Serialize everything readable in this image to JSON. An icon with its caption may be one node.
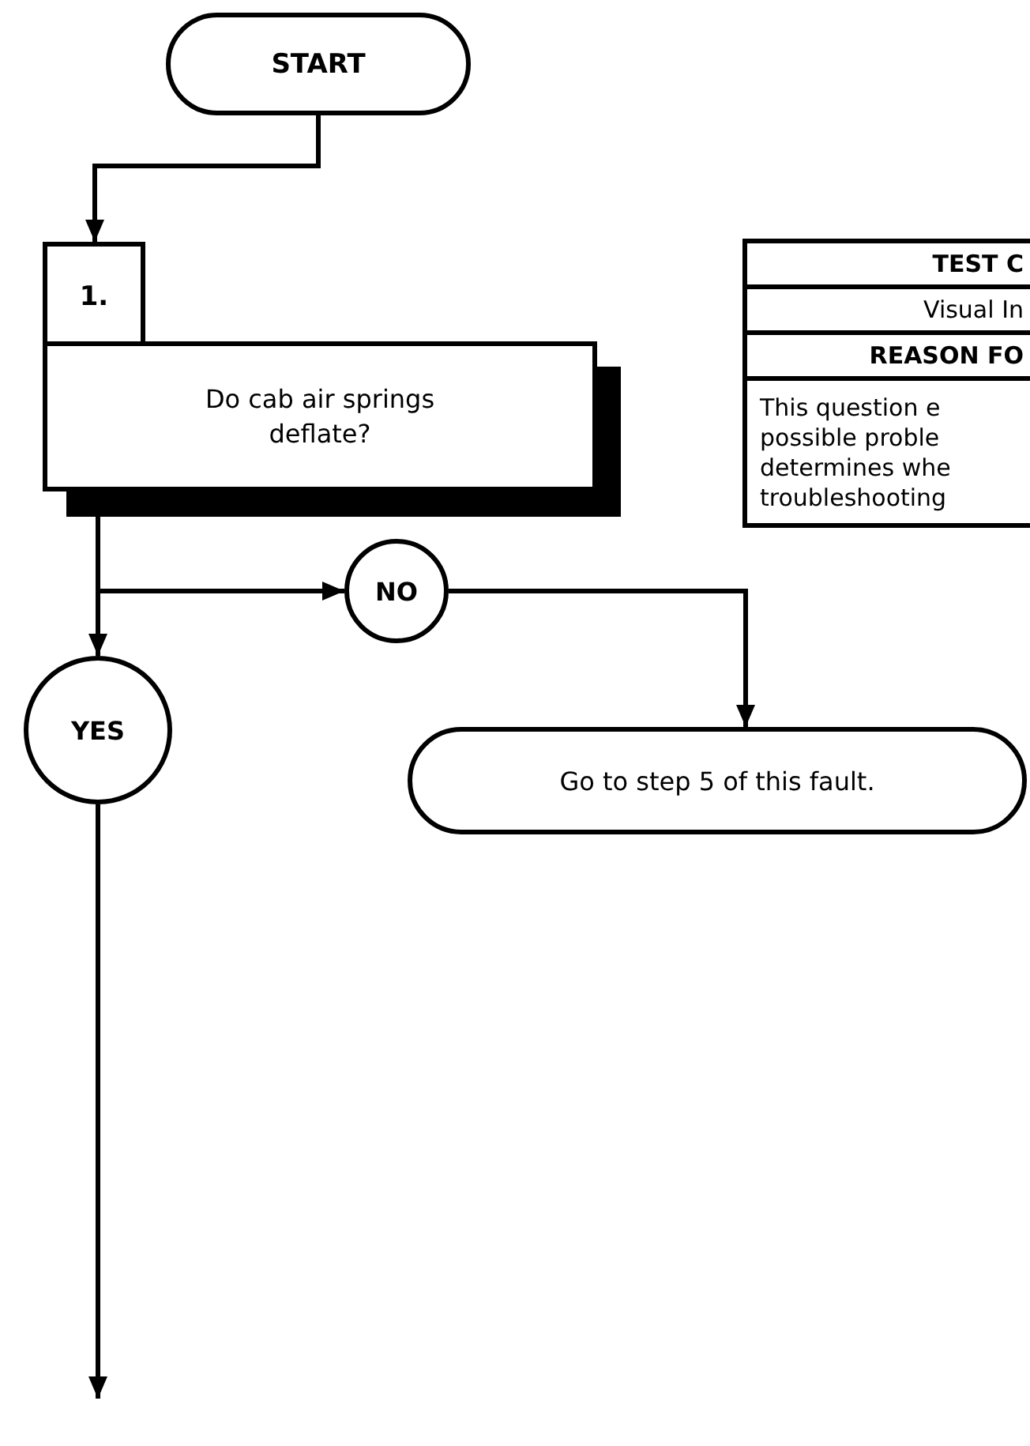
{
  "diagram": {
    "nodes": [
      {
        "text": [
          "START"
        ]
      },
      {
        "text": [
          "1.",
          "Do cab air springs deflate?"
        ]
      },
      {
        "text": [
          "NO"
        ]
      },
      {
        "text": [
          "YES"
        ]
      },
      {
        "text": [
          "Go to step 5 of this fault."
        ]
      }
    ],
    "edges": [
      {
        "from": 0,
        "to": 1,
        "arrow": "to"
      },
      {
        "from": 1,
        "to": 2,
        "arrow": "to"
      },
      {
        "from": 1,
        "to": 3,
        "arrow": "to"
      },
      {
        "from": 2,
        "to": 4,
        "arrow": "to"
      },
      {
        "from": 3,
        "to": null,
        "arrow": "to"
      }
    ],
    "labels": [
      "TEST C",
      "Visual In",
      "REASON FO",
      "This question e",
      "possible proble",
      "determines whe",
      "troubleshooting"
    ]
  }
}
